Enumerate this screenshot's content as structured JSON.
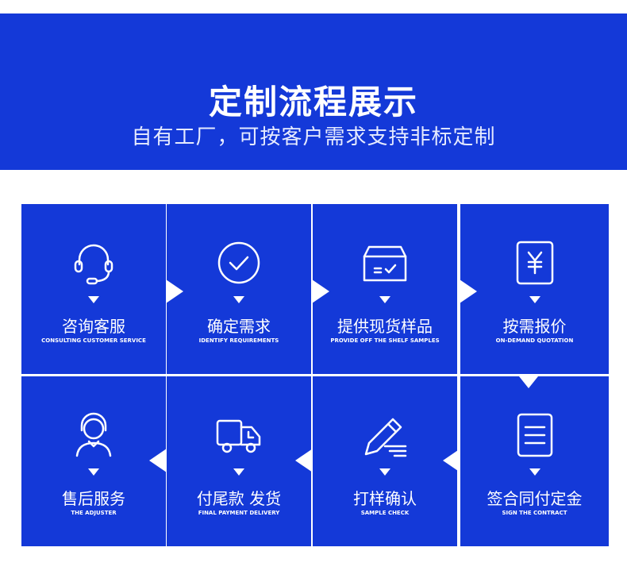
{
  "banner": {
    "title": "定制流程展示",
    "subtitle": "自有工厂，可按客户需求支持非标定制"
  },
  "colors": {
    "primary": "#1439d8",
    "text": "#ffffff"
  },
  "steps": [
    {
      "icon": "headset-icon",
      "label": "咨询客服",
      "label_en": "CONSULTING CUSTOMER SERVICE"
    },
    {
      "icon": "check-circle-icon",
      "label": "确定需求",
      "label_en": "IDENTIFY REQUIREMENTS"
    },
    {
      "icon": "box-icon",
      "label": "提供现货样品",
      "label_en": "PROVIDE OFF THE SHELF SAMPLES"
    },
    {
      "icon": "yen-document-icon",
      "label": "按需报价",
      "label_en": "ON-DEMAND QUOTATION"
    },
    {
      "icon": "person-headset-icon",
      "label": "售后服务",
      "label_en": "THE ADJUSTER"
    },
    {
      "icon": "delivery-truck-icon",
      "label": "付尾款 发货",
      "label_en": "FINAL PAYMENT DELIVERY"
    },
    {
      "icon": "pen-icon",
      "label": "打样确认",
      "label_en": "SAMPLE CHECK"
    },
    {
      "icon": "contract-document-icon",
      "label": "签合同付定金",
      "label_en": "SIGN THE CONTRACT"
    }
  ]
}
